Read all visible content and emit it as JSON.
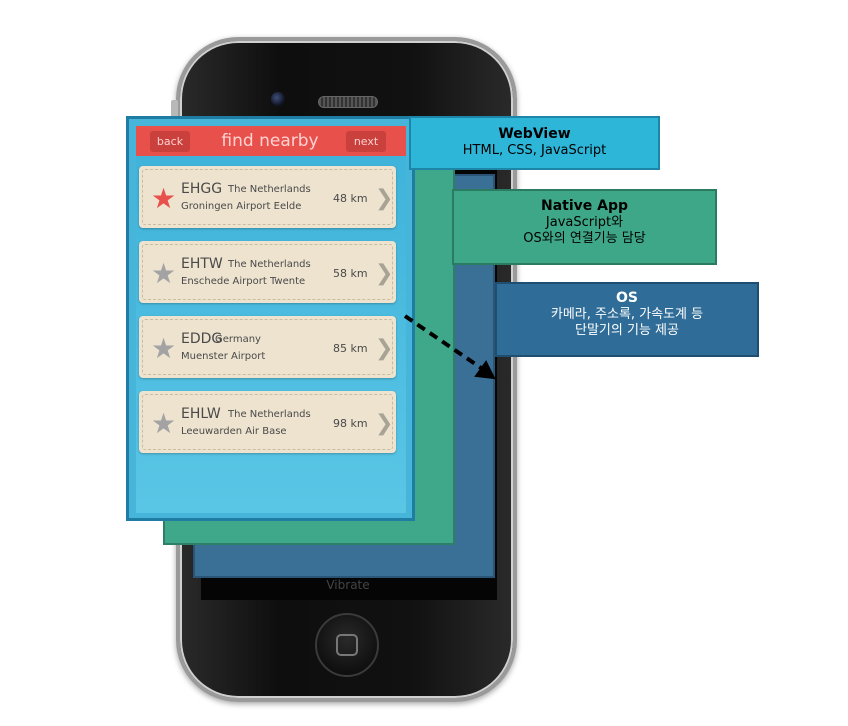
{
  "app": {
    "back_label": "back",
    "title": "find nearby",
    "next_label": "next",
    "airports": [
      {
        "code": "EHGG",
        "country": "The Netherlands",
        "name": "Groningen Airport Eelde",
        "distance": "48 km",
        "starred": true
      },
      {
        "code": "EHTW",
        "country": "The Netherlands",
        "name": "Enschede Airport Twente",
        "distance": "58 km",
        "starred": false
      },
      {
        "code": "EDDG",
        "country": "Germany",
        "name": "Muenster Airport",
        "distance": "85 km",
        "starred": false
      },
      {
        "code": "EHLW",
        "country": "The Netherlands",
        "name": "Leeuwarden Air Base",
        "distance": "98 km",
        "starred": false
      }
    ]
  },
  "phone": {
    "hidden_text": "Vibrate"
  },
  "labels": {
    "webview": {
      "title": "WebView",
      "lines": [
        "HTML, CSS, JavaScript"
      ]
    },
    "native": {
      "title": "Native App",
      "lines": [
        "JavaScript와",
        "OS와의 연결기능 담당"
      ]
    },
    "os": {
      "title": "OS",
      "lines": [
        "카메라, 주소록, 가속도계 등",
        "단말기의 기능 제공"
      ]
    }
  },
  "colors": {
    "webview": "#46b5d9",
    "native": "#3fa78a",
    "os": "#3a6f96",
    "header": "#e8504c",
    "star_active": "#e8504c",
    "star_inactive": "#a3a3a3"
  },
  "icons": [
    "star-icon",
    "chevron-right-icon",
    "arrow-icon"
  ]
}
